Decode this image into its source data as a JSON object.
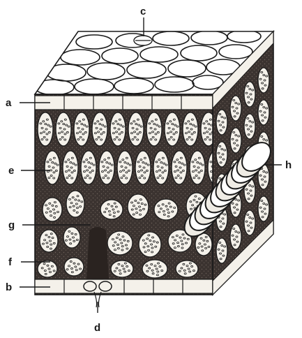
{
  "labels": {
    "a": "a",
    "b": "b",
    "c": "c",
    "d": "d",
    "e": "e",
    "f": "f",
    "g": "g",
    "h": "h"
  },
  "colors": {
    "ink": "#1a1a1a",
    "tissue_dark": "#3b3330",
    "cell_fill": "#f4f1ea",
    "paper": "#ffffff"
  }
}
